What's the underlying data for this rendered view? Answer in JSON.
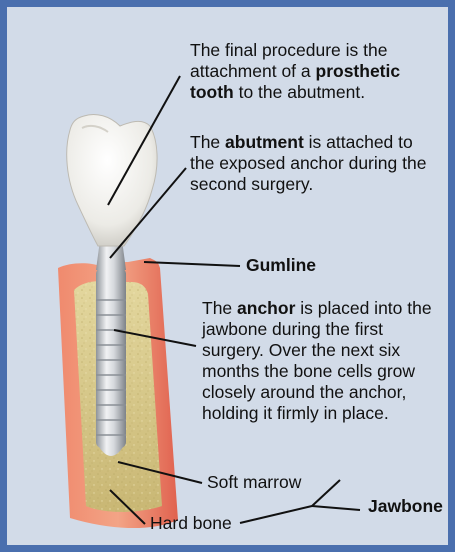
{
  "annotations": {
    "prosthetic": {
      "before": "The final procedure is the attachment of a ",
      "bold": "prosthetic tooth",
      "after": " to the abutment."
    },
    "abutment": {
      "before": "The ",
      "bold": "abutment",
      "after": " is attached to the exposed anchor during the second surgery."
    },
    "anchor": {
      "before": "The ",
      "bold": "anchor",
      "after": " is placed into the jawbone during the first surgery. Over the next six months the bone cells grow closely around the anchor, holding it firmly in place."
    }
  },
  "labels": {
    "gumline": "Gumline",
    "soft_marrow": "Soft marrow",
    "hard_bone": "Hard bone",
    "jawbone": "Jawbone"
  },
  "colors": {
    "frame": "#4a6fae",
    "panel": "#d2dbe8",
    "gum": "#e86a5a",
    "bone": "#d8c98a",
    "crown": "#f4f2ee",
    "implant": "#c4c7cc"
  }
}
